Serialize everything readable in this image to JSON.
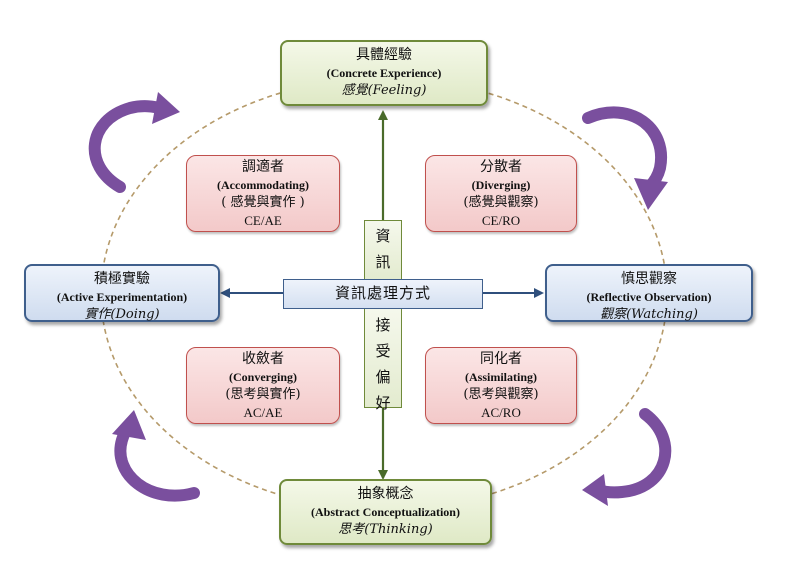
{
  "colors": {
    "green_border": "#6f8a3a",
    "blue_border": "#3f5f8c",
    "red_border": "#c0504d",
    "ellipse": "#b59a6a",
    "cycle_arrow": "#7a4f9e"
  },
  "poles": {
    "top": {
      "zh": "具體經驗",
      "en": "(Concrete Experience)",
      "it": "感覺(Feeling)"
    },
    "left": {
      "zh": "積極實驗",
      "en": "(Active Experimentation)",
      "it": "實作(Doing)"
    },
    "right": {
      "zh": "慎思觀察",
      "en": "(Reflective Observation)",
      "it": "觀察(Watching)"
    },
    "bottom": {
      "zh": "抽象概念",
      "en": "(Abstract Conceptualization)",
      "it": "思考(Thinking)"
    }
  },
  "styles": {
    "accommodating": {
      "zh": "調適者",
      "en": "(Accommodating)",
      "sub": "( 感覺與實作 )",
      "code": "CE/AE"
    },
    "diverging": {
      "zh": "分散者",
      "en": "(Diverging)",
      "sub": "(感覺與觀察)",
      "code": "CE/RO"
    },
    "converging": {
      "zh": "收斂者",
      "en": "(Converging)",
      "sub": "(思考與實作)",
      "code": "AC/AE"
    },
    "assimilating": {
      "zh": "同化者",
      "en": "(Assimilating)",
      "sub": "(思考與觀察)",
      "code": "AC/RO"
    }
  },
  "axes": {
    "vertical_top": [
      "資",
      "訊"
    ],
    "vertical_bottom": [
      "接",
      "受",
      "偏",
      "好"
    ],
    "horizontal": "資訊處理方式"
  },
  "cycle_arrows": [
    "top-left",
    "top-right",
    "bottom-right",
    "bottom-left"
  ]
}
